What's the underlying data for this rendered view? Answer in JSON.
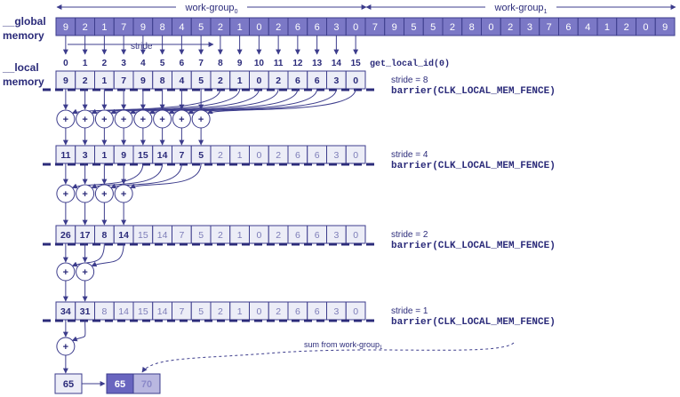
{
  "colors": {
    "ink": "#2b2b7a",
    "global_fill": "#7b78c6",
    "global_text": "#ffffff",
    "cell_fill": "#ecedf7",
    "cell_stroke": "#3c3c8c",
    "faded_text": "#7d7db8",
    "arrow": "#3c3c8c",
    "result_dark": "#6965bf",
    "result_light": "#b9b7e0"
  },
  "labels": {
    "global_memory": [
      "__global",
      "memory"
    ],
    "local_memory": [
      "__local",
      "memory"
    ],
    "stride_label": "stride",
    "get_local_id": "get_local_id(0)",
    "sum_from": "sum from work-group",
    "sum_from_sub": "1"
  },
  "workgroups": [
    {
      "label": "work-group",
      "sub": "0"
    },
    {
      "label": "work-group",
      "sub": "1"
    }
  ],
  "global_values": [
    9,
    2,
    1,
    7,
    9,
    8,
    4,
    5,
    2,
    1,
    0,
    2,
    6,
    6,
    3,
    0,
    7,
    9,
    5,
    5,
    2,
    8,
    0,
    2,
    3,
    7,
    6,
    4,
    1,
    2,
    0,
    9
  ],
  "local_ids": [
    "0",
    "1",
    "2",
    "3",
    "4",
    "5",
    "6",
    "7",
    "8",
    "9",
    "10",
    "11",
    "12",
    "13",
    "14",
    "15"
  ],
  "stages": [
    {
      "values": [
        9,
        2,
        1,
        7,
        9,
        8,
        4,
        5,
        2,
        1,
        0,
        2,
        6,
        6,
        3,
        0
      ],
      "active": 16,
      "stride_text": "stride = 8",
      "barrier": "barrier(CLK_LOCAL_MEM_FENCE)"
    },
    {
      "values": [
        11,
        3,
        1,
        9,
        15,
        14,
        7,
        5,
        2,
        1,
        0,
        2,
        6,
        6,
        3,
        0
      ],
      "active": 8,
      "stride_text": "stride = 4",
      "barrier": "barrier(CLK_LOCAL_MEM_FENCE)"
    },
    {
      "values": [
        26,
        17,
        8,
        14,
        15,
        14,
        7,
        5,
        2,
        1,
        0,
        2,
        6,
        6,
        3,
        0
      ],
      "active": 4,
      "stride_text": "stride = 2",
      "barrier": "barrier(CLK_LOCAL_MEM_FENCE)"
    },
    {
      "values": [
        34,
        31,
        8,
        14,
        15,
        14,
        7,
        5,
        2,
        1,
        0,
        2,
        6,
        6,
        3,
        0
      ],
      "active": 2,
      "stride_text": "stride = 1",
      "barrier": "barrier(CLK_LOCAL_MEM_FENCE)"
    }
  ],
  "plus_sign": "+",
  "final_local": "65",
  "results": [
    "65",
    "70"
  ]
}
